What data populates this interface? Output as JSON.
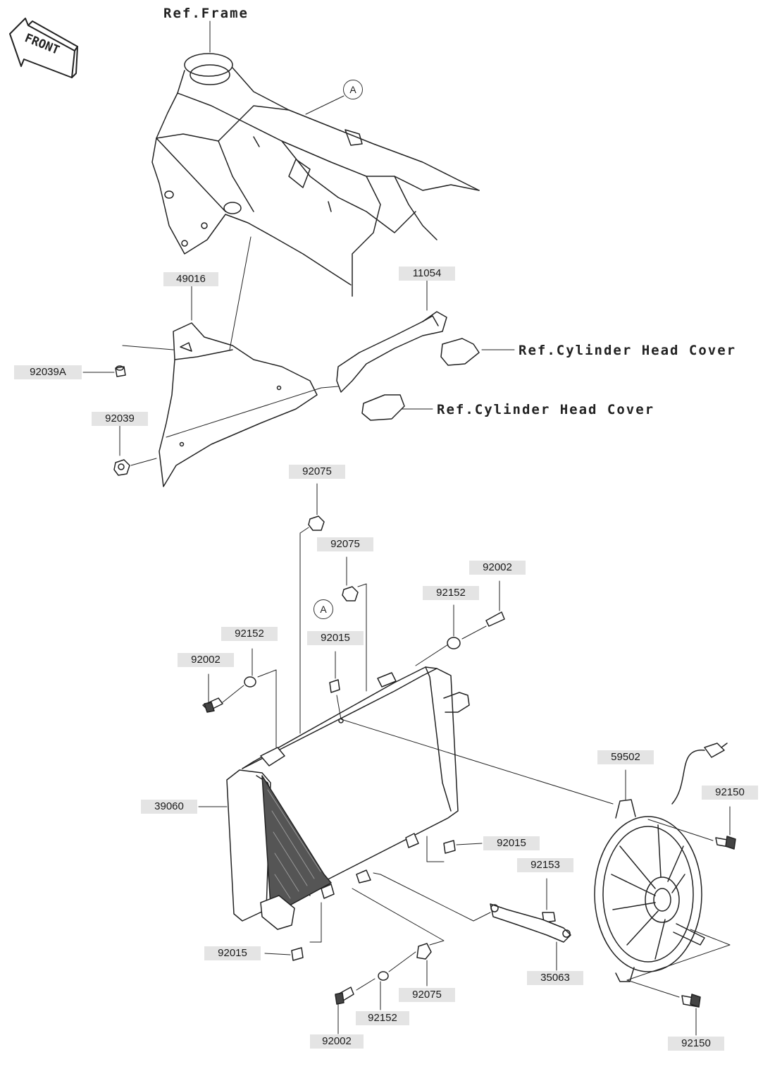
{
  "front_label": "FRONT",
  "references": {
    "frame": "Ref.Frame",
    "cylinder_head_cover_1": "Ref.Cylinder Head Cover",
    "cylinder_head_cover_2": "Ref.Cylinder Head Cover"
  },
  "callouts": {
    "upper": "A",
    "lower": "A"
  },
  "parts": {
    "p49016": "49016",
    "p11054": "11054",
    "p92039A": "92039A",
    "p92039": "92039",
    "p92075_a": "92075",
    "p92075_b": "92075",
    "p92002_a": "92002",
    "p92152_a": "92152",
    "p92015_a": "92015",
    "p92152_b": "92152",
    "p92002_b": "92002",
    "p59502": "59502",
    "p92150_a": "92150",
    "p39060": "39060",
    "p92015_b": "92015",
    "p92153": "92153",
    "p92015_c": "92015",
    "p35063": "35063",
    "p92075_c": "92075",
    "p92152_c": "92152",
    "p92002_c": "92002",
    "p92150_b": "92150"
  }
}
